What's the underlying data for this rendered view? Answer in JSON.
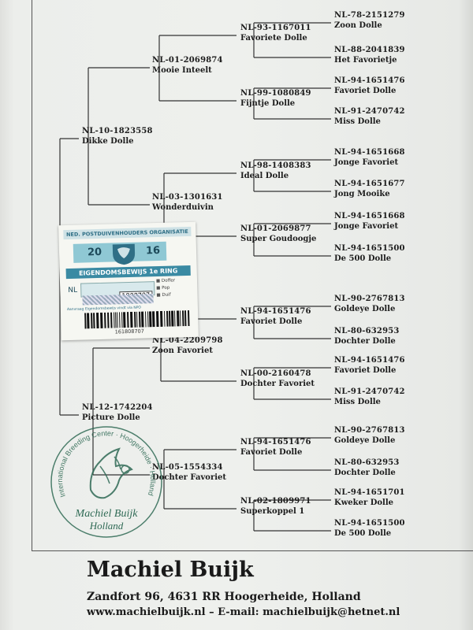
{
  "pedigree": {
    "subject": {
      "ring": "",
      "name": ""
    },
    "gen1": [
      {
        "ring": "NL-10-1823558",
        "name": "Dikke Dolle"
      },
      {
        "ring": "NL-12-1742204",
        "name": "Picture Dolle"
      }
    ],
    "gen2": [
      {
        "ring": "NL-01-2069874",
        "name": "Mooie Inteelt"
      },
      {
        "ring": "NL-03-1301631",
        "name": "Wonderduivin"
      },
      {
        "ring": "NL-04-2209798",
        "name": "Zoon Favoriet"
      },
      {
        "ring": "NL-05-1554334",
        "name": "Dochter Favoriet"
      }
    ],
    "gen3": [
      {
        "ring": "NL-93-1167011",
        "name": "Favoriete Dolle"
      },
      {
        "ring": "NL-99-1080849",
        "name": "Fijntje Dolle"
      },
      {
        "ring": "NL-98-1408383",
        "name": "Ideal Dolle"
      },
      {
        "ring": "NL-01-2069877",
        "name": "Super Goudoogje"
      },
      {
        "ring": "NL-94-1651476",
        "name": "Favoriet Dolle"
      },
      {
        "ring": "NL-00-2160478",
        "name": "Dochter Favoriet"
      },
      {
        "ring": "NL-94-1651476",
        "name": "Favoriet Dolle"
      },
      {
        "ring": "NL-02-1809971",
        "name": "Superkoppel 1"
      }
    ],
    "gen4": [
      {
        "ring": "NL-78-2151279",
        "name": "Zoon Dolle"
      },
      {
        "ring": "NL-88-2041839",
        "name": "Het Favorietje"
      },
      {
        "ring": "NL-94-1651476",
        "name": "Favoriet Dolle"
      },
      {
        "ring": "NL-91-2470742",
        "name": "Miss Dolle"
      },
      {
        "ring": "NL-94-1651668",
        "name": "Jonge Favoriet"
      },
      {
        "ring": "NL-94-1651677",
        "name": "Jong Mooike"
      },
      {
        "ring": "NL-94-1651668",
        "name": "Jonge Favoriet"
      },
      {
        "ring": "NL-94-1651500",
        "name": "De 500 Dolle"
      },
      {
        "ring": "NL-90-2767813",
        "name": "Goldeye Dolle"
      },
      {
        "ring": "NL-80-632953",
        "name": "Dochter Dolle"
      },
      {
        "ring": "NL-94-1651476",
        "name": "Favoriet Dolle"
      },
      {
        "ring": "NL-91-2470742",
        "name": "Miss Dolle"
      },
      {
        "ring": "NL-90-2767813",
        "name": "Goldeye Dolle"
      },
      {
        "ring": "NL-80-632953",
        "name": "Dochter Dolle"
      },
      {
        "ring": "NL-94-1651701",
        "name": "Kweker Dolle"
      },
      {
        "ring": "NL-94-1651500",
        "name": "De 500 Dolle"
      }
    ]
  },
  "ring_card": {
    "header": "NED. POSTDUIVENHOUDERS ORGANISATIE",
    "year_left": "20",
    "year_right": "16",
    "title": "EIGENDOMSBEWIJS 1e RING",
    "country": "NL",
    "number": "1808707",
    "checks": [
      "Doffer",
      "Pop",
      "Duif"
    ],
    "small_print": "Aanvraag Eigendomsbewijs vindt via NPO",
    "barcode_number": "161808707",
    "colors": {
      "accent": "#3a8aa3",
      "light": "#8fc8d4"
    }
  },
  "stamp": {
    "arc_text": "International Breeding Center · Hoogerheide · Holland",
    "name": "Machiel Buijk",
    "country": "Holland",
    "color": "#2f6a55"
  },
  "footer": {
    "name": "Machiel Buijk",
    "address": "Zandfort 96, 4631 RR Hoogerheide, Holland",
    "web": "www.machielbuijk.nl  –  E-mail: machielbuijk@hetnet.nl"
  }
}
